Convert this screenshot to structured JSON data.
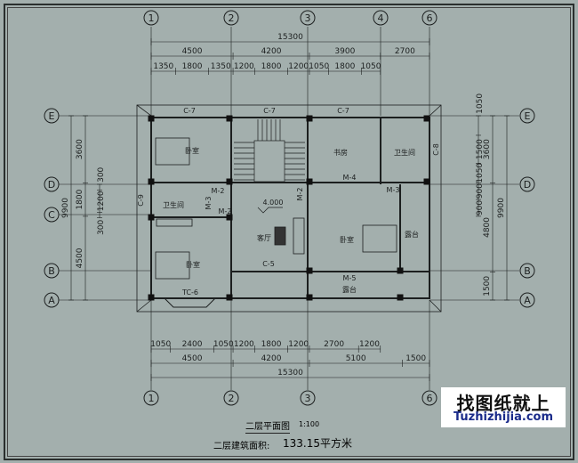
{
  "axes": {
    "vertical": [
      "1",
      "2",
      "3",
      "4",
      "6"
    ],
    "horizontal": [
      "E",
      "D",
      "C",
      "B",
      "A"
    ],
    "bottom": [
      "1",
      "2",
      "3",
      "6"
    ]
  },
  "dimensions": {
    "top_total": "15300",
    "top_main": [
      "4500",
      "4200",
      "3900",
      "2700"
    ],
    "top_detail": [
      "1350",
      "1800",
      "1350",
      "1200",
      "1800",
      "1200",
      "1050",
      "1800",
      "1050"
    ],
    "bottom_detail": [
      "1050",
      "2400",
      "1050",
      "1200",
      "1800",
      "1200",
      "2700",
      "1200"
    ],
    "bottom_main": [
      "4500",
      "4200",
      "5100",
      "1500"
    ],
    "bottom_total": "15300",
    "left_total": "9900",
    "left_main": [
      "3600",
      "1800",
      "4500"
    ],
    "left_detail": [
      "300",
      "1200",
      "300"
    ],
    "right_total": "9900",
    "right_main": [
      "3600",
      "4800",
      "1500"
    ],
    "right_detail": [
      "1050",
      "1500",
      "1050",
      "900",
      "900"
    ]
  },
  "rooms": {
    "bedroom_tl": "卧室",
    "study": "书房",
    "bath_r": "卫生间",
    "bath_l": "卫生间",
    "living": "客厅",
    "bedroom_r": "卧室",
    "balcony_r": "露台",
    "bedroom_bl": "卧室",
    "balcony_b": "露台"
  },
  "elevation": "4.000",
  "openings": {
    "c7a": "C-7",
    "c7b": "C-7",
    "c7c": "C-7",
    "c8": "C-8",
    "c9": "C-9",
    "m2a": "M-2",
    "m2b": "M-2",
    "m2c": "M-2",
    "m3a": "M-3",
    "m3b": "M-3",
    "m4": "M-4",
    "m5": "M-5",
    "c5": "C-5",
    "tc6": "TC-6"
  },
  "title": "二层平面图",
  "scale": "1:100",
  "area_label": "二层建筑面积:",
  "area_value": "133.15平方米",
  "watermark": {
    "cn": "找图纸就上",
    "en": "Tuzhizhijia.com"
  }
}
